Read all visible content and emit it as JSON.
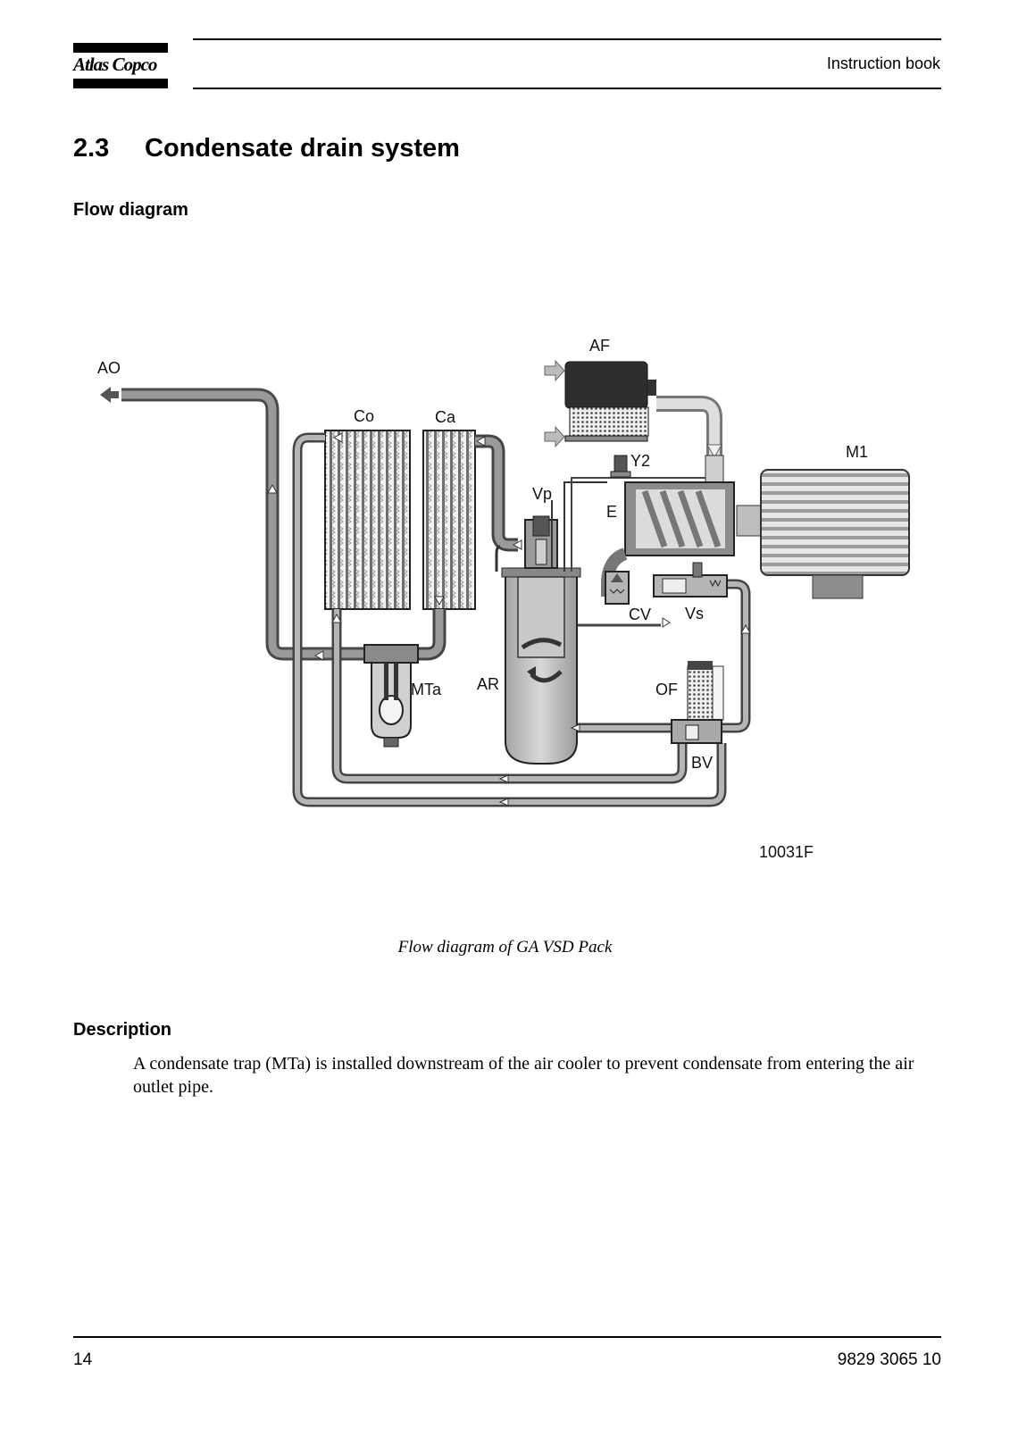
{
  "header": {
    "logo_text": "Atlas Copco",
    "doc_type": "Instruction book"
  },
  "section": {
    "number": "2.3",
    "title": "Condensate drain system"
  },
  "flow_heading": "Flow diagram",
  "diagram": {
    "labels": {
      "ao": "AO",
      "co": "Co",
      "ca": "Ca",
      "af": "AF",
      "y2": "Y2",
      "vp": "Vp",
      "e": "E",
      "m1": "M1",
      "cv": "CV",
      "vs": "Vs",
      "mta": "MTa",
      "ar": "AR",
      "of": "OF",
      "bv": "BV"
    },
    "figure_code": "10031F",
    "caption": "Flow diagram of GA VSD Pack"
  },
  "description": {
    "heading": "Description",
    "text": "A condensate trap (MTa) is installed downstream of the air cooler to prevent condensate from entering the air outlet pipe."
  },
  "footer": {
    "page_number": "14",
    "doc_number": "9829 3065 10"
  }
}
